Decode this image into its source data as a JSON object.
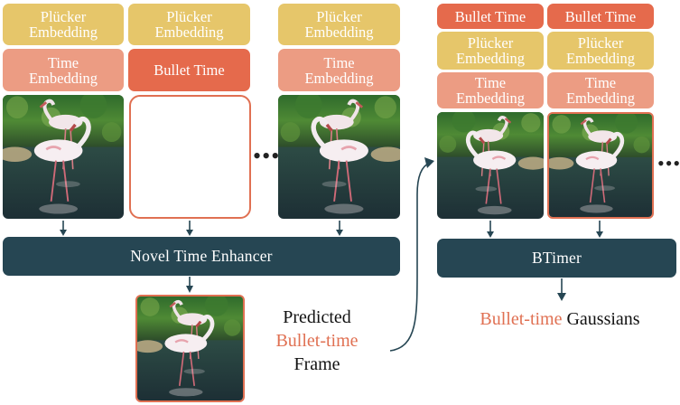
{
  "left_panel": {
    "col1": {
      "top": "Plücker Embedding",
      "mid": "Time Embedding"
    },
    "col2": {
      "top": "Plücker Embedding",
      "mid": "Bullet Time"
    },
    "col3": {
      "top": "Plücker Embedding",
      "mid": "Time Embedding"
    },
    "dots": "•••",
    "enhancer_label": "Novel Time Enhancer",
    "caption": {
      "line1": "Predicted",
      "line2": "Bullet-time",
      "line3": "Frame"
    }
  },
  "right_panel": {
    "col1": {
      "top": "Bullet Time",
      "mid": "Plücker Embedding",
      "bot": "Time Embedding"
    },
    "col2": {
      "top": "Bullet Time",
      "mid": "Plücker Embedding",
      "bot": "Time Embedding"
    },
    "dots": "•••",
    "model_label": "BTimer",
    "output": {
      "accent": "Bullet-time",
      "rest": " Gaussians"
    }
  },
  "colors": {
    "plucker": "#e6c66a",
    "time_embedding": "#ec9c83",
    "bullet_time": "#e56a4c",
    "model_bar": "#264653",
    "accent": "#e07052"
  },
  "icons": [
    "flamingo-photo",
    "arrow-down-icon",
    "curved-arrow-icon"
  ]
}
